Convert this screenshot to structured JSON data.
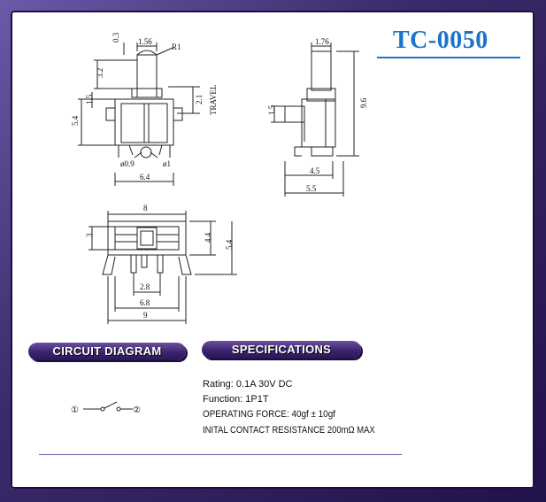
{
  "title": "TC-0050",
  "headings": {
    "circuit": "CIRCUIT DIAGRAM",
    "specs": "SPECIFICATIONS"
  },
  "specifications": [
    "Rating: 0.1A 30V DC",
    "Function: 1P1T",
    "OPERATING FORCE: 40gf ± 10gf",
    "INITAL CONTACT  RESISTANCE 200mΩ MAX"
  ],
  "circuit": {
    "pin1": "①",
    "pin2": "②"
  },
  "dimensions": {
    "front": {
      "d1": "0.3",
      "d2": "1.56",
      "d3": "R1",
      "d4": "3.2",
      "d5": "1.5",
      "d6": "5.4",
      "d7": "2.1",
      "d8": "TRAVEL",
      "d9": "ø0.9",
      "d10": "ø1",
      "d11": "6.4"
    },
    "side": {
      "d1": "1.76",
      "d2": "9.6",
      "d3": "1.5",
      "d4": "4.5",
      "d5": "5.5"
    },
    "bottom": {
      "d1": "8",
      "d2": "3",
      "d3": "4.4",
      "d4": "5.4",
      "d5": "2.8",
      "d6": "6.8",
      "d7": "9"
    }
  },
  "colors": {
    "title": "#1b74c6",
    "frame": "#3a2a6a",
    "pill": "#3c2470"
  }
}
